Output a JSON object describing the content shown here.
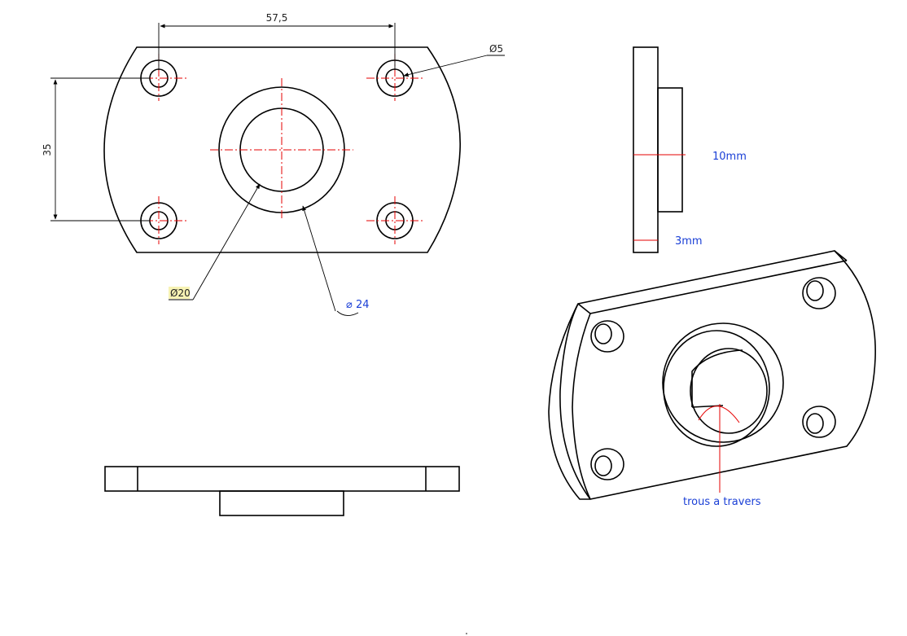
{
  "dimensions": {
    "width_label": "57,5",
    "height_label": "35",
    "hole_diameter_label": "Ø5",
    "bore_diameter_label": "Ø20",
    "outer_diameter_label": "⌀ 24",
    "plate_thickness_label": "3mm",
    "boss_height_label": "10mm"
  },
  "annotations": {
    "through_holes_label": "trous a travers"
  },
  "colors": {
    "outline": "#000000",
    "centerline": "#e60000",
    "annotation_text": "#1a3fd6",
    "highlight": "#f7f3b4"
  }
}
